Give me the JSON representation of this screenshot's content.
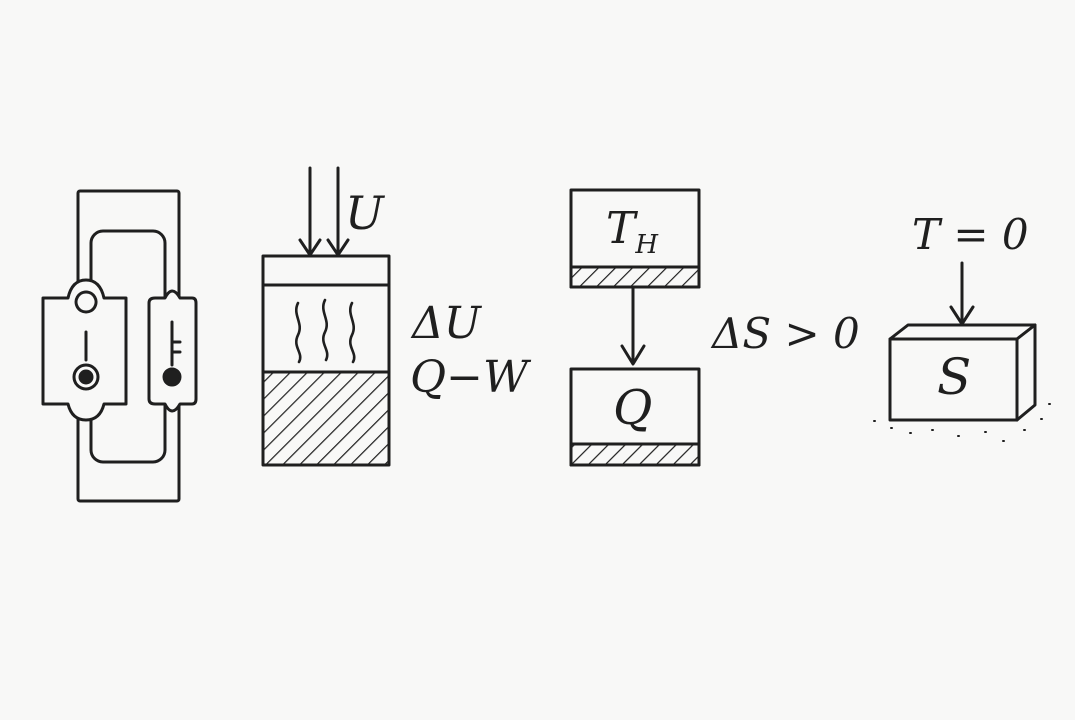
{
  "labels": {
    "work_input": "U",
    "delta_u": "ΔU",
    "q_minus_w": "Q−W",
    "hot_reservoir_t": "T",
    "hot_reservoir_sub": "H",
    "cold_reservoir": "Q",
    "entropy_change": "ΔS > 0",
    "absolute_zero": "T = 0",
    "entropy_block": "S"
  },
  "colors": {
    "ink": "#1f1f1f",
    "background": "#f8f8f7"
  },
  "icons": [
    "thermal-equilibrium-icon",
    "thermometer-icon",
    "piston-cylinder-icon",
    "heat-flow-icon",
    "entropy-block-icon"
  ]
}
